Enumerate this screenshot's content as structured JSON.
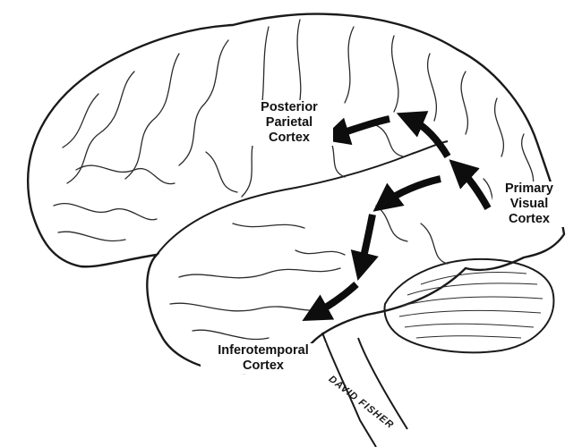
{
  "labels": {
    "posterior_parietal": [
      "Posterior",
      "Parietal",
      "Cortex"
    ],
    "primary_visual": [
      "Primary",
      "Visual",
      "Cortex"
    ],
    "inferotemporal": [
      "Inferotemporal",
      "Cortex"
    ]
  },
  "signature": "DAVID FISHER",
  "colors": {
    "line": "#1a1a1a",
    "arrow": "#0d0d0d",
    "background": "#ffffff"
  }
}
